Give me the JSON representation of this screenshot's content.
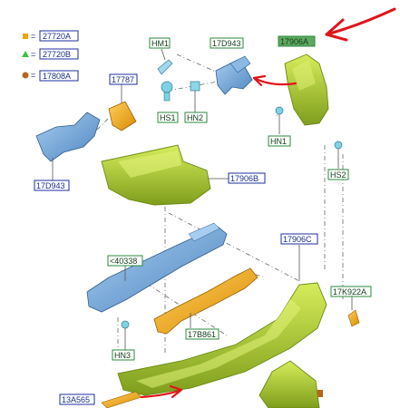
{
  "legend": [
    {
      "code": "27720A",
      "marker": "square",
      "color": "#f0a500"
    },
    {
      "code": "27720B",
      "marker": "triangle",
      "color": "#3cc43c"
    },
    {
      "code": "17808A",
      "marker": "circle",
      "color": "#b8651e"
    }
  ],
  "legend_eq": "=",
  "labels": {
    "hm1": "HM1",
    "d943_top": "17D943",
    "top_right": "17906A",
    "p17787": "17787",
    "hs1": "HS1",
    "hn2": "HN2",
    "hn1": "HN1",
    "hs2": "HS2",
    "d943_left": "17D943",
    "p17906b": "17906B",
    "p17906c": "17906C",
    "p40338": "<40338",
    "k922a": "17K922A",
    "b861": "17B861",
    "hn3": "HN3",
    "a565": "13A565"
  },
  "colors": {
    "label_border_blue": "#1e2fa0",
    "label_border_green": "#2b8a3e",
    "label_fill_green": "#5fa85f",
    "bumper": "#b6d63a",
    "bracket_blue": "#6fa3d8",
    "bracket_orange": "#f2a81d",
    "annotation_red": "#e0141b"
  }
}
